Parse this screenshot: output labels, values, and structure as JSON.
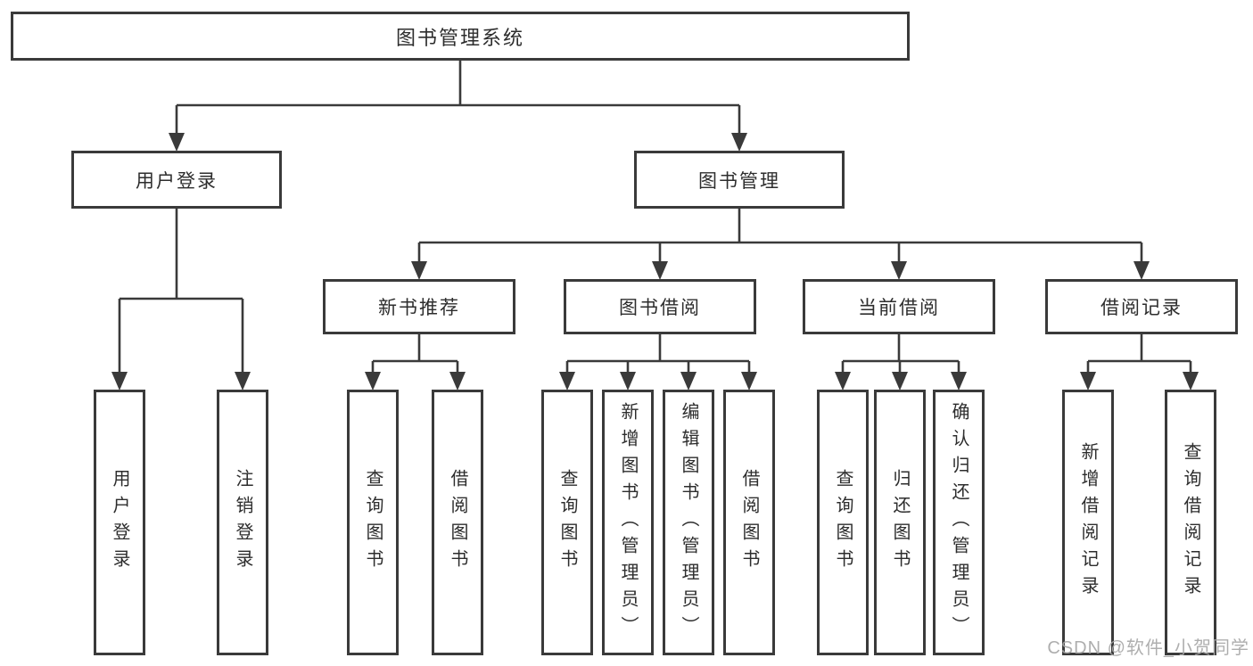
{
  "diagram_type": "hierarchy-tree",
  "colors": {
    "line": "#3a3a3a",
    "box_border": "#3a3a3a",
    "text": "#2d2d2d",
    "watermark": "#a6a6a6",
    "background": "#ffffff"
  },
  "root": {
    "label": "图书管理系统"
  },
  "level2": [
    {
      "label": "用户登录",
      "parent": "图书管理系统"
    },
    {
      "label": "图书管理",
      "parent": "图书管理系统"
    }
  ],
  "level3": [
    {
      "label": "新书推荐",
      "parent": "图书管理"
    },
    {
      "label": "图书借阅",
      "parent": "图书管理"
    },
    {
      "label": "当前借阅",
      "parent": "图书管理"
    },
    {
      "label": "借阅记录",
      "parent": "图书管理"
    }
  ],
  "leaves": [
    {
      "label": "用户登录",
      "parent": "用户登录"
    },
    {
      "label": "注销登录",
      "parent": "用户登录"
    },
    {
      "label": "查询图书",
      "parent": "新书推荐"
    },
    {
      "label": "借阅图书",
      "parent": "新书推荐"
    },
    {
      "label": "查询图书",
      "parent": "图书借阅"
    },
    {
      "label": "新增图书（管理员）",
      "parent": "图书借阅"
    },
    {
      "label": "编辑图书（管理员）",
      "parent": "图书借阅"
    },
    {
      "label": "借阅图书",
      "parent": "图书借阅"
    },
    {
      "label": "查询图书",
      "parent": "当前借阅"
    },
    {
      "label": "归还图书",
      "parent": "当前借阅"
    },
    {
      "label": "确认归还（管理员）",
      "parent": "当前借阅"
    },
    {
      "label": "新增借阅记录",
      "parent": "借阅记录"
    },
    {
      "label": "查询借阅记录",
      "parent": "借阅记录"
    }
  ],
  "watermark": "CSDN @软件_小贺同学"
}
